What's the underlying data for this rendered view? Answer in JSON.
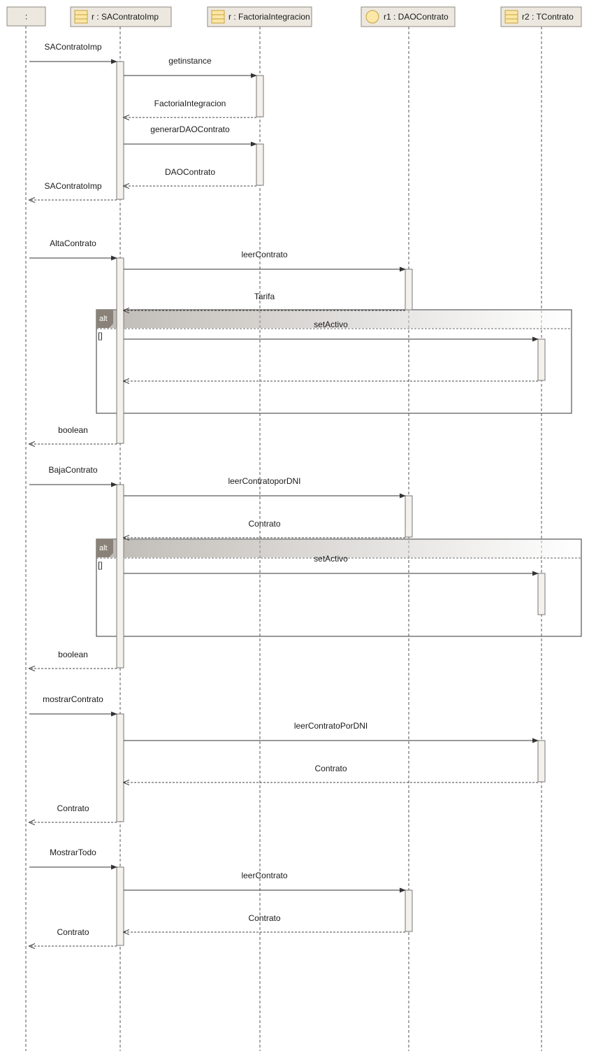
{
  "colors": {
    "header_fill": "#ece8df",
    "activation_fill": "#f4f1ec",
    "icon_fill": "#fbe7a6",
    "icon_stroke": "#c8a23a",
    "frame_tag": "#8a8278"
  },
  "lifelines": [
    {
      "id": "L0",
      "label": ":",
      "icon": "none"
    },
    {
      "id": "L1",
      "label": "r : SAContratoImp",
      "icon": "class-icon"
    },
    {
      "id": "L2",
      "label": "r : FactoriaIntegracion",
      "icon": "class-icon"
    },
    {
      "id": "L3",
      "label": "r1 : DAOContrato",
      "icon": "entity-circle-icon"
    },
    {
      "id": "L4",
      "label": "r2 : TContrato",
      "icon": "class-icon"
    }
  ],
  "messages": [
    {
      "label": "SAContratoImp",
      "from": "L0",
      "to": "L1",
      "kind": "call"
    },
    {
      "label": "getinstance",
      "from": "L1",
      "to": "L2",
      "kind": "call"
    },
    {
      "label": "FactoriaIntegracion",
      "from": "L2",
      "to": "L1",
      "kind": "return"
    },
    {
      "label": "generarDAOContrato",
      "from": "L1",
      "to": "L2",
      "kind": "call"
    },
    {
      "label": "DAOContrato",
      "from": "L2",
      "to": "L1",
      "kind": "return"
    },
    {
      "label": "SAContratoImp",
      "from": "L1",
      "to": "L0",
      "kind": "return"
    },
    {
      "label": "AltaContrato",
      "from": "L0",
      "to": "L1",
      "kind": "call"
    },
    {
      "label": "leerContrato",
      "from": "L1",
      "to": "L3",
      "kind": "call"
    },
    {
      "label": "Tarifa",
      "from": "L3",
      "to": "L1",
      "kind": "return"
    },
    {
      "label": "setActivo",
      "from": "L1",
      "to": "L4",
      "kind": "call"
    },
    {
      "label": "",
      "from": "L4",
      "to": "L1",
      "kind": "return"
    },
    {
      "label": "boolean",
      "from": "L1",
      "to": "L0",
      "kind": "return"
    },
    {
      "label": "BajaContrato",
      "from": "L0",
      "to": "L1",
      "kind": "call"
    },
    {
      "label": "leerContratoporDNI",
      "from": "L1",
      "to": "L3",
      "kind": "call"
    },
    {
      "label": "Contrato",
      "from": "L3",
      "to": "L1",
      "kind": "return"
    },
    {
      "label": "setActivo",
      "from": "L1",
      "to": "L4",
      "kind": "call"
    },
    {
      "label": "boolean",
      "from": "L1",
      "to": "L0",
      "kind": "return"
    },
    {
      "label": "mostrarContrato",
      "from": "L0",
      "to": "L1",
      "kind": "call"
    },
    {
      "label": "leerContratoPorDNI",
      "from": "L1",
      "to": "L4",
      "kind": "call"
    },
    {
      "label": "Contrato",
      "from": "L4",
      "to": "L1",
      "kind": "return"
    },
    {
      "label": "Contrato",
      "from": "L1",
      "to": "L0",
      "kind": "return"
    },
    {
      "label": "MostrarTodo",
      "from": "L0",
      "to": "L1",
      "kind": "call"
    },
    {
      "label": "leerContrato",
      "from": "L1",
      "to": "L3",
      "kind": "call"
    },
    {
      "label": "Contrato",
      "from": "L3",
      "to": "L1",
      "kind": "return"
    },
    {
      "label": "Contrato",
      "from": "L1",
      "to": "L0",
      "kind": "return"
    }
  ],
  "fragments": [
    {
      "operator": "alt",
      "guard": "[]"
    },
    {
      "operator": "alt",
      "guard": "[]"
    }
  ]
}
